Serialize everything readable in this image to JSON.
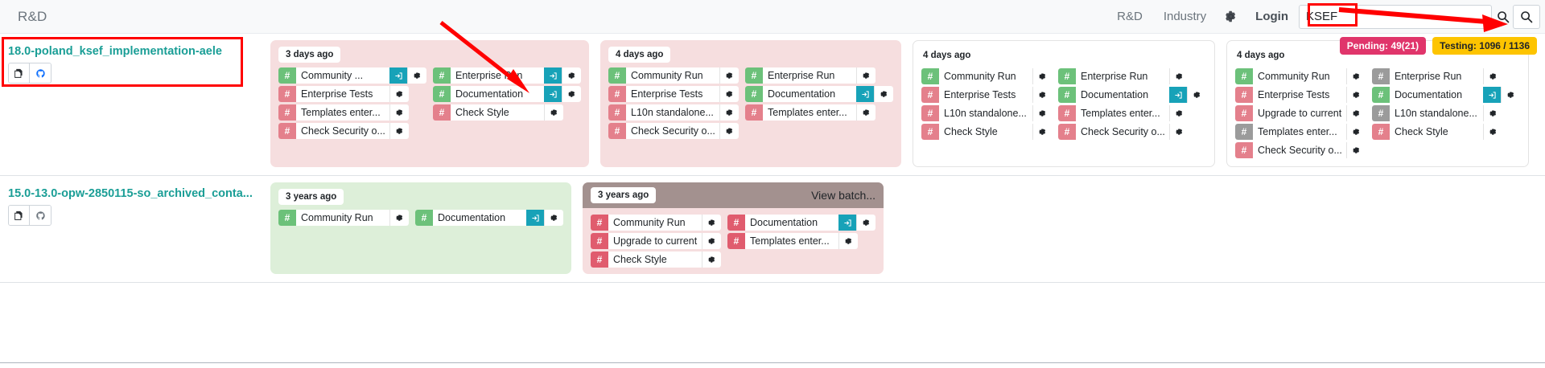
{
  "navbar": {
    "brand": "R&D",
    "links": [
      {
        "label": "R&D",
        "name": "nav-link-rd"
      },
      {
        "label": "Industry",
        "name": "nav-link-industry"
      }
    ],
    "gear_icon": "gear-icon",
    "login_label": "Login",
    "search": {
      "value": "KSEF",
      "placeholder": ""
    },
    "search_icon": "search-icon",
    "search_icon_2": "search-icon"
  },
  "badges": {
    "pending": "Pending: 49(21)",
    "testing": "Testing: 1096 / 1136",
    "pending_color": "#e0356b",
    "testing_color": "#fdc400"
  },
  "icons": {
    "copy": "copy-icon",
    "github": "github-icon",
    "login": "login-icon",
    "gear": "gear-icon"
  },
  "rows": [
    {
      "title": "18.0-poland_ksef_implementation-aele",
      "highlighted": true,
      "cards": [
        {
          "time": "3 days ago",
          "style": "bg-pink",
          "columns": [
            [
              {
                "name": "Community ...",
                "status": "green",
                "login": true
              },
              {
                "name": "Enterprise Tests",
                "status": "red",
                "login": false
              },
              {
                "name": "Templates enter...",
                "status": "red",
                "login": false
              },
              {
                "name": "Check Security o...",
                "status": "red",
                "login": false
              }
            ],
            [
              {
                "name": "Enterprise Run",
                "status": "green",
                "login": true
              },
              {
                "name": "Documentation",
                "status": "green",
                "login": true
              },
              {
                "name": "Check Style",
                "status": "red",
                "login": false
              }
            ]
          ]
        },
        {
          "time": "4 days ago",
          "style": "bg-pink",
          "columns": [
            [
              {
                "name": "Community Run",
                "status": "green",
                "login": false
              },
              {
                "name": "Enterprise Tests",
                "status": "red",
                "login": false
              },
              {
                "name": "L10n standalone...",
                "status": "red",
                "login": false
              },
              {
                "name": "Check Security o...",
                "status": "red",
                "login": false
              }
            ],
            [
              {
                "name": "Enterprise Run",
                "status": "green",
                "login": false
              },
              {
                "name": "Documentation",
                "status": "green",
                "login": true
              },
              {
                "name": "Templates enter...",
                "status": "red",
                "login": false
              }
            ]
          ]
        },
        {
          "time": "4 days ago",
          "style": "bg-white",
          "columns": [
            [
              {
                "name": "Community Run",
                "status": "green",
                "login": false
              },
              {
                "name": "Enterprise Tests",
                "status": "red",
                "login": false
              },
              {
                "name": "L10n standalone...",
                "status": "red",
                "login": false
              },
              {
                "name": "Check Style",
                "status": "red",
                "login": false
              }
            ],
            [
              {
                "name": "Enterprise Run",
                "status": "green",
                "login": false
              },
              {
                "name": "Documentation",
                "status": "green",
                "login": true
              },
              {
                "name": "Templates enter...",
                "status": "red",
                "login": false
              },
              {
                "name": "Check Security o...",
                "status": "red",
                "login": false
              }
            ]
          ]
        },
        {
          "time": "4 days ago",
          "style": "bg-white",
          "columns": [
            [
              {
                "name": "Community Run",
                "status": "green",
                "login": false
              },
              {
                "name": "Enterprise Tests",
                "status": "red",
                "login": false
              },
              {
                "name": "Upgrade to current",
                "status": "red",
                "login": false
              },
              {
                "name": "Templates enter...",
                "status": "grey",
                "login": false
              },
              {
                "name": "Check Security o...",
                "status": "red",
                "login": false
              }
            ],
            [
              {
                "name": "Enterprise Run",
                "status": "grey",
                "login": false
              },
              {
                "name": "Documentation",
                "status": "green",
                "login": true
              },
              {
                "name": "L10n standalone...",
                "status": "grey",
                "login": false
              },
              {
                "name": "Check Style",
                "status": "red",
                "login": false
              }
            ]
          ]
        }
      ]
    },
    {
      "title": "15.0-13.0-opw-2850115-so_archived_conta...",
      "highlighted": false,
      "cards": [
        {
          "time": "3 years ago",
          "style": "bg-green",
          "columns": [
            [
              {
                "name": "Community Run",
                "status": "green",
                "login": false
              }
            ],
            [
              {
                "name": "Documentation",
                "status": "green",
                "login": true
              }
            ]
          ]
        },
        {
          "time": "3 years ago",
          "style": "bg-batch",
          "view_batch": "View batch...",
          "columns": [
            [
              {
                "name": "Community Run",
                "status": "red2",
                "login": false
              },
              {
                "name": "Upgrade to current",
                "status": "red2",
                "login": false
              },
              {
                "name": "Check Style",
                "status": "red2",
                "login": false
              }
            ],
            [
              {
                "name": "Documentation",
                "status": "red2",
                "login": true
              },
              {
                "name": "Templates enter...",
                "status": "red2",
                "login": false
              }
            ]
          ]
        }
      ]
    }
  ]
}
